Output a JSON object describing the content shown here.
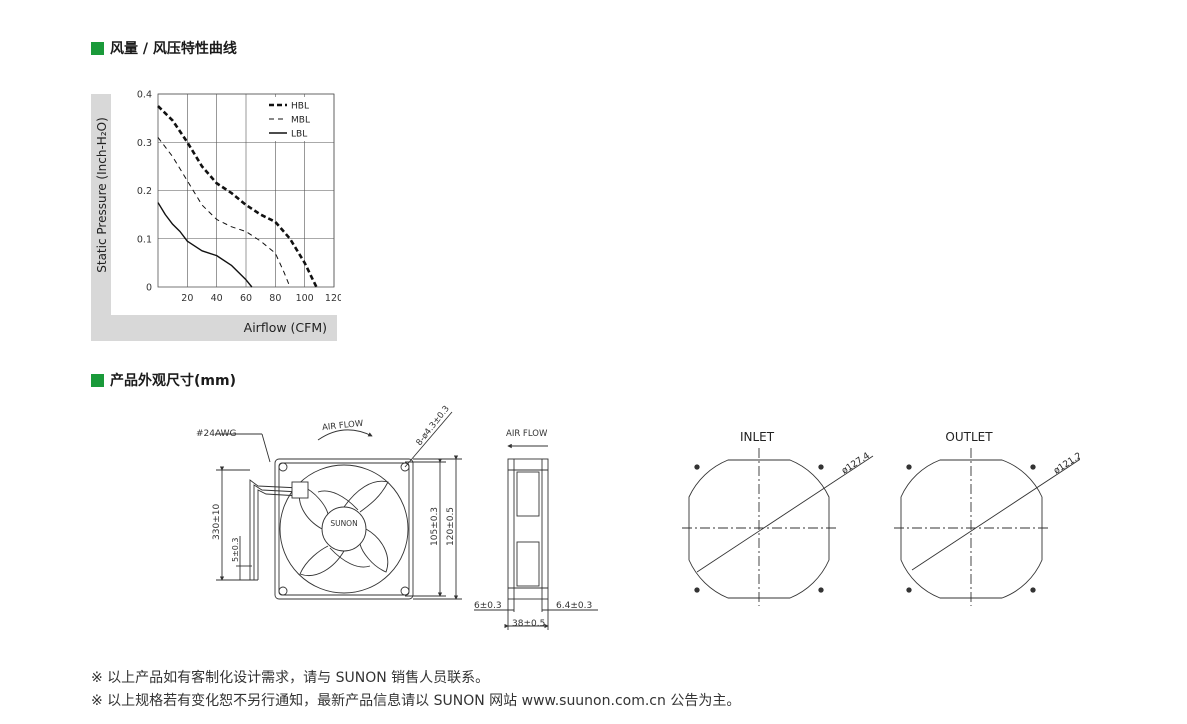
{
  "colors": {
    "accent": "#1a9a3a",
    "axis_band": "#d8d8d8",
    "grid": "#555555",
    "ink": "#222222"
  },
  "headings": {
    "chart": "风量 / 风压特性曲线",
    "dimensions": "产品外观尺寸(mm)"
  },
  "chart_data": {
    "type": "line",
    "title": "",
    "xlabel": "Airflow (CFM)",
    "ylabel": "Static Pressure (Inch-H₂O)",
    "xlim": [
      0,
      120
    ],
    "ylim": [
      0,
      0.4
    ],
    "x_ticks": [
      20,
      40,
      60,
      80,
      100,
      120
    ],
    "y_ticks": [
      0,
      0.1,
      0.2,
      0.3,
      0.4
    ],
    "x_tick_labels": [
      "20",
      "40",
      "60",
      "80",
      "100",
      "120"
    ],
    "y_tick_labels": [
      "0",
      "0.1",
      "0.2",
      "0.3",
      "0.4"
    ],
    "grid": true,
    "legend_position": "top-right",
    "series": [
      {
        "name": "HBL",
        "style": "thick-dashed",
        "x": [
          0,
          10,
          20,
          30,
          40,
          50,
          60,
          70,
          80,
          90,
          100,
          108
        ],
        "y": [
          0.375,
          0.345,
          0.3,
          0.25,
          0.215,
          0.195,
          0.17,
          0.15,
          0.135,
          0.1,
          0.05,
          0
        ]
      },
      {
        "name": "MBL",
        "style": "thin-dashed",
        "x": [
          0,
          10,
          20,
          30,
          40,
          50,
          60,
          70,
          80,
          86,
          90
        ],
        "y": [
          0.31,
          0.27,
          0.22,
          0.17,
          0.14,
          0.125,
          0.115,
          0.095,
          0.07,
          0.03,
          0
        ]
      },
      {
        "name": "LBL",
        "style": "solid",
        "x": [
          0,
          5,
          10,
          15,
          20,
          30,
          40,
          50,
          55,
          60,
          64
        ],
        "y": [
          0.175,
          0.15,
          0.13,
          0.115,
          0.095,
          0.075,
          0.065,
          0.045,
          0.03,
          0.015,
          0
        ]
      }
    ]
  },
  "drawings": {
    "front": {
      "wire_label": "#24AWG",
      "airflow_label": "AIR FLOW",
      "hole_label": "8-ø4.3±0.3",
      "brand": "SUNON",
      "dim_wire_length": "330±10",
      "dim_strip": "5±0.3",
      "dim_hole_pitch": "105±0.3",
      "dim_width": "120±0.5"
    },
    "side": {
      "airflow_label": "AIR FLOW",
      "dim_left": "6±0.3",
      "dim_right": "6.4±0.3",
      "dim_depth": "38±0.5"
    },
    "inlet": {
      "label": "INLET",
      "diameter": "ø127.4"
    },
    "outlet": {
      "label": "OUTLET",
      "diameter": "ø121.2"
    }
  },
  "notes": [
    "※ 以上产品如有客制化设计需求，请与 SUNON 销售人员联系。",
    "※ 以上规格若有变化恕不另行通知，最新产品信息请以 SUNON 网站 www.suunon.com.cn 公告为主。"
  ]
}
